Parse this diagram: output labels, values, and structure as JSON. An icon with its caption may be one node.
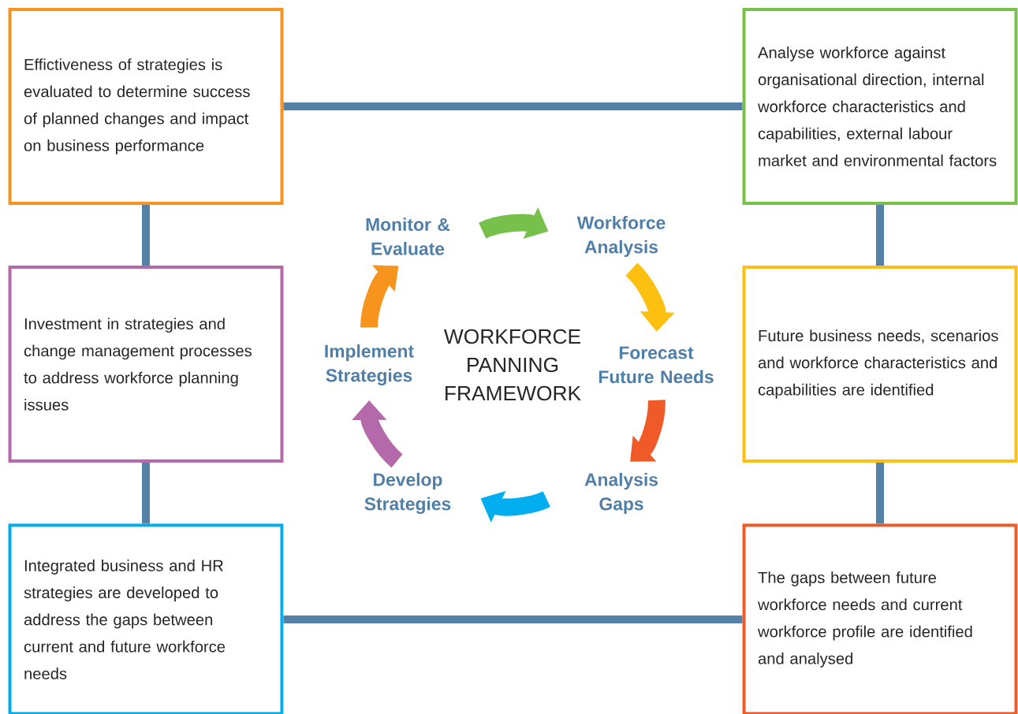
{
  "diagram": {
    "nodes": [
      {
        "text": [
          "Effictiveness of strategies is evaluated to determine success of planned changes and impact on business performance"
        ]
      },
      {
        "text": [
          "Analyse workforce against organisational direction, internal workforce characteristics and capabilities, external labour market and environmental factors"
        ]
      },
      {
        "text": [
          "Investment in strategies and change management processes to address workforce planning issues"
        ]
      },
      {
        "text": [
          "Future business needs, scenarios and workforce characteristics and capabilities are identified"
        ]
      },
      {
        "text": [
          "Integrated business and HR strategies are developed to address the gaps between current and future workforce needs"
        ]
      },
      {
        "text": [
          "The gaps between future workforce needs and current workforce profile are identified and analysed"
        ]
      },
      {
        "text": [
          "Monitor & Evaluate"
        ]
      },
      {
        "text": [
          "Workforce Analysis"
        ]
      },
      {
        "text": [
          "Forecast Future Needs"
        ]
      },
      {
        "text": [
          "Analysis Gaps"
        ]
      },
      {
        "text": [
          "Develop Strategies"
        ]
      },
      {
        "text": [
          "Implement Strategies"
        ]
      }
    ],
    "edges": [
      {
        "from": 0,
        "to": 1,
        "arrow": "none"
      },
      {
        "from": 0,
        "to": 2,
        "arrow": "none"
      },
      {
        "from": 2,
        "to": 4,
        "arrow": "none"
      },
      {
        "from": 4,
        "to": 5,
        "arrow": "none"
      },
      {
        "from": 1,
        "to": 3,
        "arrow": "none"
      },
      {
        "from": 3,
        "to": 5,
        "arrow": "none"
      },
      {
        "from": 6,
        "to": 7,
        "arrow": "to",
        "style": "thick",
        "color": "#77c04b"
      },
      {
        "from": 7,
        "to": 8,
        "arrow": "to",
        "style": "thick",
        "color": "#fdc010"
      },
      {
        "from": 8,
        "to": 9,
        "arrow": "to",
        "style": "thick",
        "color": "#f05a28"
      },
      {
        "from": 9,
        "to": 10,
        "arrow": "to",
        "style": "thick",
        "color": "#00aeef"
      },
      {
        "from": 10,
        "to": 11,
        "arrow": "to",
        "style": "thick",
        "color": "#b469ab"
      },
      {
        "from": 11,
        "to": 6,
        "arrow": "to",
        "style": "thick",
        "color": "#f7941d"
      }
    ],
    "labels": [
      "WORKFORCE PANNING FRAMEWORK"
    ]
  }
}
